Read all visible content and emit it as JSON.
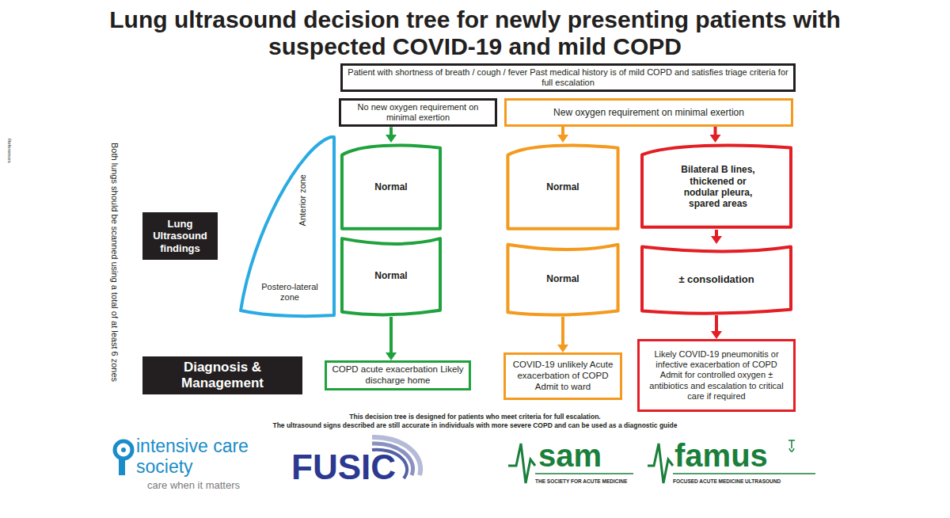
{
  "diagram": {
    "title": "Lung ultrasound decision tree for newly presenting patients with suspected COVID-19 and mild COPD",
    "nodes": [
      {
        "text": [
          "Patient with shortness of breath / cough / fever Past medical history is of mild COPD and satisfies triage criteria for full escalation"
        ]
      },
      {
        "text": [
          "No new oxygen requirement on minimal exertion"
        ]
      },
      {
        "text": [
          "New oxygen requirement on minimal exertion"
        ]
      },
      {
        "text": [
          "Anterior zone",
          "Postero-lateral zone"
        ]
      },
      {
        "text": [
          "Normal"
        ]
      },
      {
        "text": [
          "Normal"
        ]
      },
      {
        "text": [
          "Normal"
        ]
      },
      {
        "text": [
          "Normal"
        ]
      },
      {
        "text": [
          "Bilateral B lines, thickened or nodular pleura, spared areas"
        ]
      },
      {
        "text": [
          "± consolidation"
        ]
      },
      {
        "text": [
          "Lung Ultrasound findings"
        ]
      },
      {
        "text": [
          "Diagnosis & Management"
        ]
      },
      {
        "text": [
          "COPD acute exacerbation Likely discharge home"
        ]
      },
      {
        "text": [
          "COVID-19 unlikely Acute exacerbation of COPD Admit to ward"
        ]
      },
      {
        "text": [
          "Likely COVID-19 pneumonitis or infective exacerbation of COPD Admit for controlled oxygen ± antibiotics and escalation to critical care if required"
        ]
      }
    ],
    "edges": [
      {
        "from": 1,
        "to": 4,
        "arrow": "to"
      },
      {
        "from": 5,
        "to": 12,
        "arrow": "to"
      },
      {
        "from": 2,
        "to": 6,
        "arrow": "to"
      },
      {
        "from": 7,
        "to": 13,
        "arrow": "to"
      },
      {
        "from": 2,
        "to": 8,
        "arrow": "to"
      },
      {
        "from": 8,
        "to": 9,
        "arrow": "to"
      },
      {
        "from": 9,
        "to": 14,
        "arrow": "to"
      }
    ],
    "labels": [
      "Both lungs should be scanned using a total of at least 6 zones",
      "References",
      "This decision tree is designed for patients who meet criteria for full escalation.",
      "The ultrasound signs described are still accurate in individuals with more severe COPD and can be used as a diagnostic guide",
      "intensive care",
      "society",
      "care when it matters",
      "FUSIC",
      "sam",
      "THE SOCIETY FOR ACUTE MEDICINE",
      "famus",
      "FOCUSED ACUTE MEDICINE ULTRASOUND"
    ]
  }
}
